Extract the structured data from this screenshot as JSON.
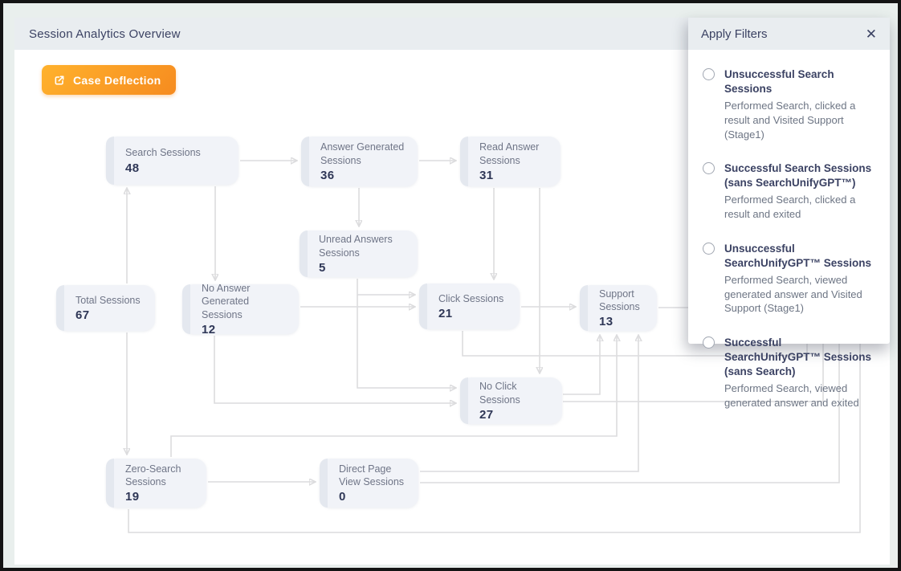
{
  "header": {
    "title": "Session Analytics Overview"
  },
  "toolbar": {
    "case_deflection_label": "Case Deflection",
    "case_deflection_icon": "external-link-icon",
    "accent_gradient": [
      "#ffb22d",
      "#f68b1f"
    ]
  },
  "nodes": [
    {
      "id": "search",
      "label": "Search Sessions",
      "value": "48"
    },
    {
      "id": "answer-gen",
      "label": "Answer Generated Sessions",
      "value": "36"
    },
    {
      "id": "read-answer",
      "label": "Read Answer Sessions",
      "value": "31"
    },
    {
      "id": "unread",
      "label": "Unread Answers Sessions",
      "value": "5"
    },
    {
      "id": "total",
      "label": "Total Sessions",
      "value": "67"
    },
    {
      "id": "no-answer",
      "label": "No Answer Generated Sessions",
      "value": "12"
    },
    {
      "id": "click",
      "label": "Click Sessions",
      "value": "21"
    },
    {
      "id": "support",
      "label": "Support Sessions",
      "value": "13"
    },
    {
      "id": "no-click",
      "label": "No Click Sessions",
      "value": "27"
    },
    {
      "id": "zero-search",
      "label": "Zero-Search Sessions",
      "value": "19"
    },
    {
      "id": "direct-page",
      "label": "Direct Page View Sessions",
      "value": "0"
    }
  ],
  "edges": [
    {
      "from": "Total Sessions",
      "to": "Search Sessions"
    },
    {
      "from": "Total Sessions",
      "to": "Zero-Search Sessions"
    },
    {
      "from": "Search Sessions",
      "to": "Answer Generated Sessions"
    },
    {
      "from": "Search Sessions",
      "to": "No Answer Generated Sessions"
    },
    {
      "from": "Answer Generated Sessions",
      "to": "Read Answer Sessions"
    },
    {
      "from": "Answer Generated Sessions",
      "to": "Unread Answers Sessions"
    },
    {
      "from": "Read Answer Sessions",
      "to": "Click Sessions"
    },
    {
      "from": "Read Answer Sessions",
      "to": "No Click Sessions"
    },
    {
      "from": "Unread Answers Sessions",
      "to": "Click Sessions"
    },
    {
      "from": "Unread Answers Sessions",
      "to": "No Click Sessions"
    },
    {
      "from": "No Answer Generated Sessions",
      "to": "Click Sessions"
    },
    {
      "from": "No Answer Generated Sessions",
      "to": "No Click Sessions"
    },
    {
      "from": "Click Sessions",
      "to": "Support Sessions"
    },
    {
      "from": "No Click Sessions",
      "to": "Support Sessions"
    },
    {
      "from": "Zero-Search Sessions",
      "to": "Support Sessions"
    },
    {
      "from": "Zero-Search Sessions",
      "to": "Direct Page View Sessions"
    },
    {
      "from": "Direct Page View Sessions",
      "to": "Support Sessions"
    }
  ],
  "filters": {
    "title": "Apply Filters",
    "close_icon": "✕",
    "options": [
      {
        "title": "Unsuccessful Search Sessions",
        "description": "Performed Search, clicked a result and Visited Support (Stage1)"
      },
      {
        "title": "Successful Search Sessions (sans SearchUnifyGPT™)",
        "description": "Performed Search, clicked a result and exited"
      },
      {
        "title": "Unsuccessful SearchUnifyGPT™ Sessions",
        "description": "Performed Search, viewed generated answer and Visited Support (Stage1)"
      },
      {
        "title": "Successful SearchUnifyGPT™ Sessions (sans Search)",
        "description": "Performed Search, viewed generated answer and exited"
      }
    ]
  },
  "colors": {
    "accent_orange": "#f6921e",
    "navy_text": "#3b4263",
    "node_fill": "#f1f3f8",
    "node_edge_strip": "#e4e8ef",
    "connector": "#dcdcde",
    "header_strip": "#e9edf0",
    "page_background": "#e9efed"
  }
}
